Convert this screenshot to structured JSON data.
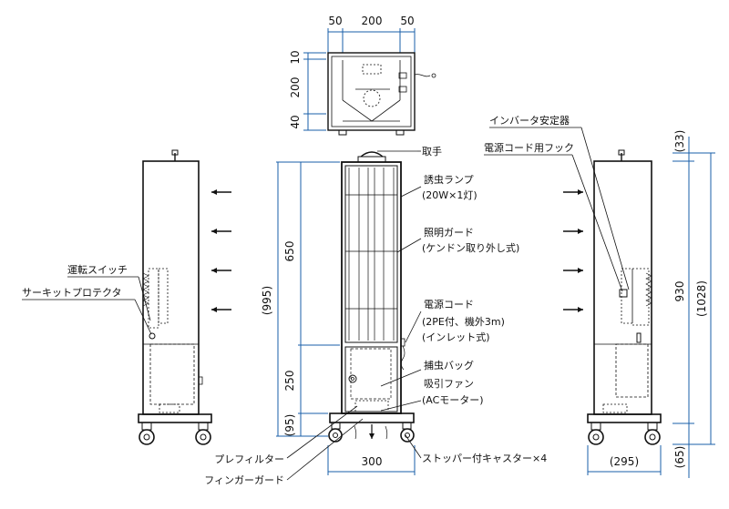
{
  "top_view": {
    "widths": [
      "50",
      "200",
      "50"
    ],
    "heights": [
      "10",
      "200",
      "40"
    ]
  },
  "front_view": {
    "labels": {
      "handle": "取手",
      "lamp_1": "誘虫ランプ",
      "lamp_2": "(20W×1灯)",
      "guard_1": "照明ガード",
      "guard_2": "(ケンドン取り外し式)",
      "cord_1": "電源コード",
      "cord_2": "(2PE付、機外3m)",
      "cord_3": "(インレット式)",
      "bag": "捕虫バッグ",
      "fan_1": "吸引ファン",
      "fan_2": "(ACモーター)",
      "caster": "ストッパー付キャスター×4",
      "prefilter": "プレフィルター",
      "finger_guard": "フィンガーガード"
    },
    "dims": {
      "upper": "650",
      "lower": "250",
      "base": "(95)",
      "total": "(995)",
      "width": "300"
    }
  },
  "left_view": {
    "labels": {
      "switch": "運転スイッチ",
      "protector": "サーキットプロテクタ"
    }
  },
  "right_view": {
    "labels": {
      "inverter": "インバータ安定器",
      "hook": "電源コード用フック"
    },
    "dims": {
      "top": "(33)",
      "mid": "930",
      "total": "(1028)",
      "bottom": "(65)",
      "depth": "(295)"
    }
  }
}
